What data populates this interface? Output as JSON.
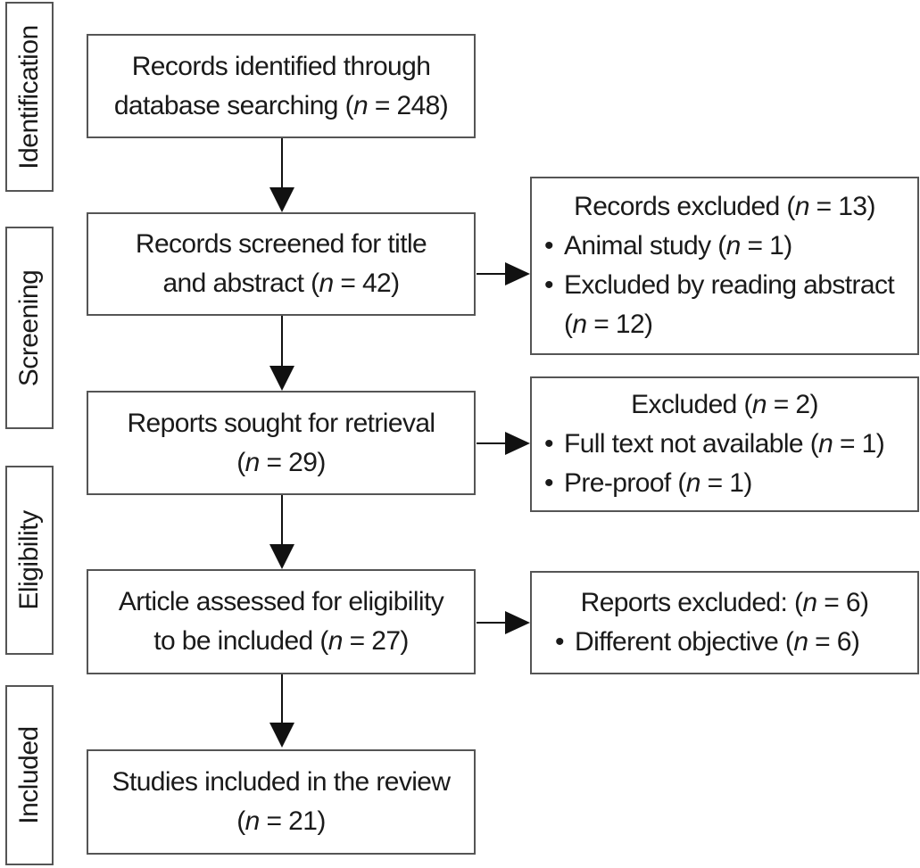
{
  "phases": {
    "identification": "Identification",
    "screening": "Screening",
    "eligibility": "Eligibility",
    "included": "Included"
  },
  "main": {
    "identified": {
      "line1": "Records identified through",
      "line2_prefix": "database searching (",
      "n_var": "n",
      "line2_suffix": " = 248)"
    },
    "screened": {
      "line1": "Records screened for title",
      "line2_prefix": "and abstract (",
      "n_var": "n",
      "line2_suffix": " = 42)"
    },
    "retrieval": {
      "line1": "Reports sought for retrieval",
      "line2_prefix": "(",
      "n_var": "n",
      "line2_suffix": " = 29)"
    },
    "eligibility": {
      "line1": "Article assessed for eligibility",
      "line2_prefix": "to be included (",
      "n_var": "n",
      "line2_suffix": " = 27)"
    },
    "included": {
      "line1": "Studies included in the review",
      "line2_prefix": "(",
      "n_var": "n",
      "line2_suffix": " = 21)"
    }
  },
  "side": {
    "records_excluded": {
      "title_prefix": "Records excluded (",
      "n_var": "n",
      "title_suffix": " = 13)",
      "bullet": "•",
      "item1_prefix": "Animal study (",
      "item1_suffix": " = 1)",
      "item2_line1": "Excluded by reading abstract",
      "item2_prefix": "(",
      "item2_suffix": " = 12)"
    },
    "excluded": {
      "title_prefix": "Excluded (",
      "n_var": "n",
      "title_suffix": " = 2)",
      "bullet": "•",
      "item1_prefix": "Full text not available (",
      "item1_suffix": " = 1)",
      "item2_prefix": "Pre-proof (",
      "item2_suffix": " = 1)"
    },
    "reports_excluded": {
      "title_prefix": "Reports excluded: (",
      "n_var": "n",
      "title_suffix": " = 6)",
      "bullet": "•",
      "item1_prefix": "Different objective (",
      "item1_suffix": " = 6)"
    }
  }
}
